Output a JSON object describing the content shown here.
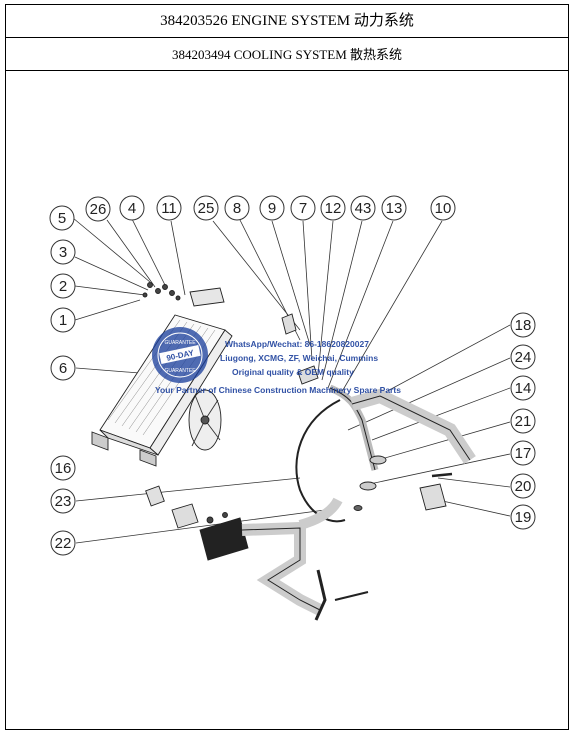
{
  "header": {
    "title": "384203526 ENGINE SYSTEM 动力系统",
    "subtitle": "384203494 COOLING SYSTEM 散热系统"
  },
  "callouts": [
    {
      "label": "5"
    },
    {
      "label": "26"
    },
    {
      "label": "4"
    },
    {
      "label": "11"
    },
    {
      "label": "25"
    },
    {
      "label": "8"
    },
    {
      "label": "9"
    },
    {
      "label": "7"
    },
    {
      "label": "12"
    },
    {
      "label": "43"
    },
    {
      "label": "13"
    },
    {
      "label": "10"
    },
    {
      "label": "3"
    },
    {
      "label": "2"
    },
    {
      "label": "1"
    },
    {
      "label": "6"
    },
    {
      "label": "16"
    },
    {
      "label": "23"
    },
    {
      "label": "22"
    },
    {
      "label": "18"
    },
    {
      "label": "24"
    },
    {
      "label": "14"
    },
    {
      "label": "21"
    },
    {
      "label": "17"
    },
    {
      "label": "20"
    },
    {
      "label": "19"
    }
  ],
  "watermark": {
    "badge_top": "GUARANTEE",
    "badge_center": "90-DAY",
    "badge_bottom": "GUARANTEE",
    "line1": "WhatsApp/Wechat: 86-18620820027",
    "line2": "Liugong, XCMG, ZF, Weichai, Cummins",
    "line3": "Original quality & OEM quality",
    "line4": "Your Partner of Chinese Construction Machinery Spare Parts",
    "color": "#1b3f9c"
  }
}
